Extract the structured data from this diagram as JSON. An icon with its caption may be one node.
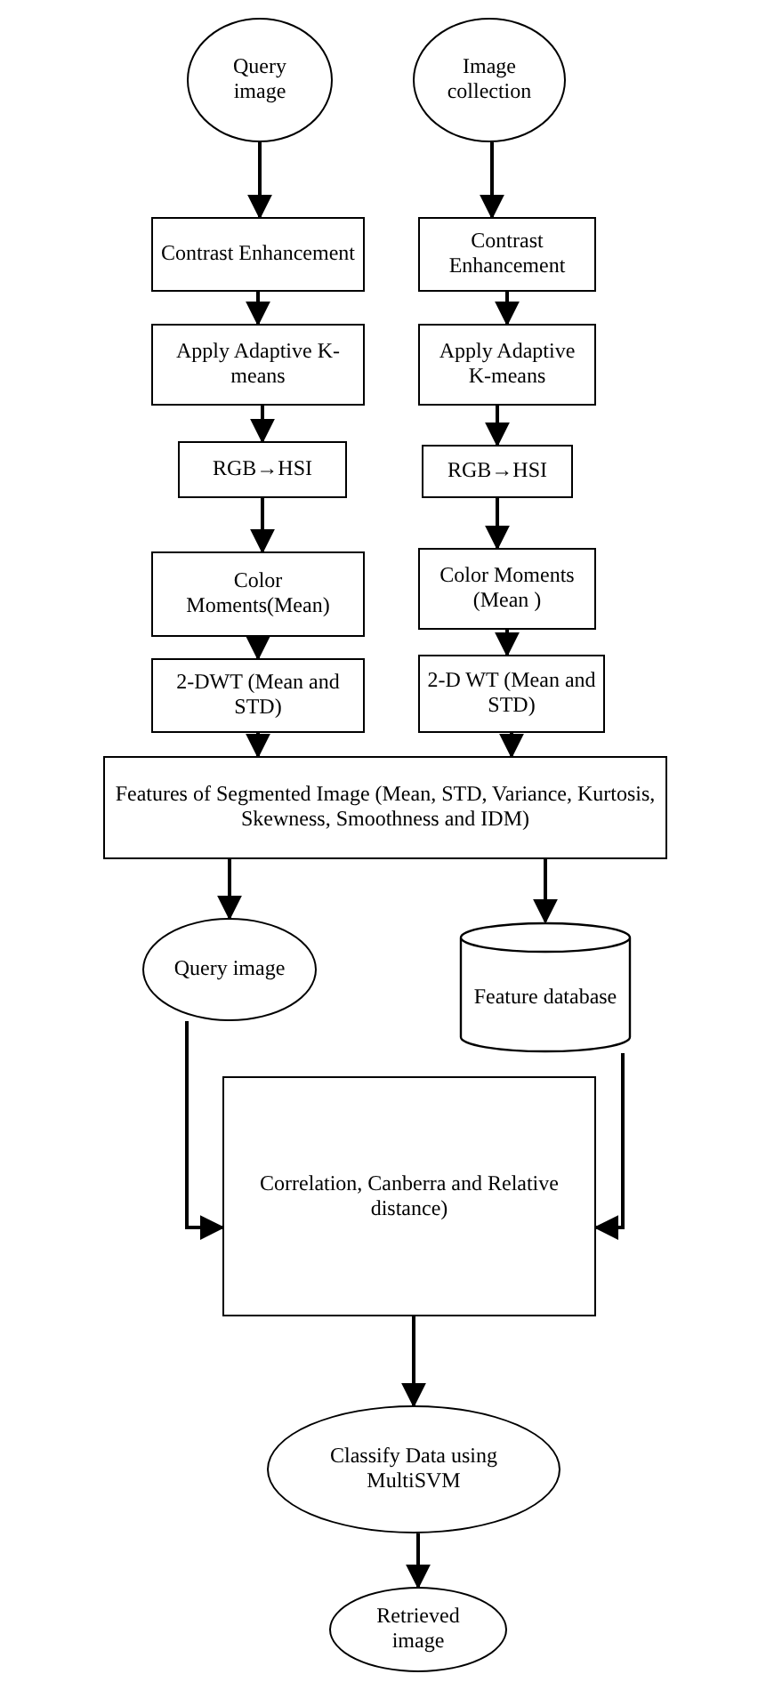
{
  "diagram": {
    "nodes": [
      {
        "text": [
          "Query image"
        ]
      },
      {
        "text": [
          "Image collection"
        ]
      },
      {
        "text": [
          "Contrast Enhancement"
        ]
      },
      {
        "text": [
          "Contrast Enhancement"
        ]
      },
      {
        "text": [
          "Apply Adaptive K-means"
        ]
      },
      {
        "text": [
          "Apply Adaptive K-means"
        ]
      },
      {
        "text": [
          "RGB→HSI"
        ]
      },
      {
        "text": [
          "RGB→HSI"
        ]
      },
      {
        "text": [
          "Color Moments(Mean)"
        ]
      },
      {
        "text": [
          "Color Moments (Mean )"
        ]
      },
      {
        "text": [
          "2-DWT (Mean and STD)"
        ]
      },
      {
        "text": [
          "2-D WT (Mean and STD)"
        ]
      },
      {
        "text": [
          "Features of Segmented Image (Mean, STD, Variance, Kurtosis, Skewness, Smoothness and IDM)"
        ]
      },
      {
        "text": [
          "Query image"
        ]
      },
      {
        "text": [
          "Feature database"
        ]
      },
      {
        "text": [
          "Correlation, Canberra and Relative distance)"
        ]
      },
      {
        "text": [
          "Classify Data using MultiSVM"
        ]
      },
      {
        "text": [
          "Retrieved image"
        ]
      }
    ],
    "edges": [
      {
        "from": 0,
        "to": 2,
        "arrow": "to"
      },
      {
        "from": 2,
        "to": 4,
        "arrow": "to"
      },
      {
        "from": 4,
        "to": 6,
        "arrow": "to"
      },
      {
        "from": 6,
        "to": 8,
        "arrow": "to"
      },
      {
        "from": 8,
        "to": 10,
        "arrow": "to"
      },
      {
        "from": 10,
        "to": 12,
        "arrow": "to"
      },
      {
        "from": 1,
        "to": 3,
        "arrow": "to"
      },
      {
        "from": 3,
        "to": 5,
        "arrow": "to"
      },
      {
        "from": 5,
        "to": 7,
        "arrow": "to"
      },
      {
        "from": 7,
        "to": 9,
        "arrow": "to"
      },
      {
        "from": 9,
        "to": 11,
        "arrow": "to"
      },
      {
        "from": 11,
        "to": 12,
        "arrow": "to"
      },
      {
        "from": 12,
        "to": 13,
        "arrow": "to"
      },
      {
        "from": 12,
        "to": 14,
        "arrow": "to"
      },
      {
        "from": 13,
        "to": 15,
        "arrow": "to"
      },
      {
        "from": 14,
        "to": 15,
        "arrow": "to"
      },
      {
        "from": 15,
        "to": 16,
        "arrow": "to"
      },
      {
        "from": 16,
        "to": 17,
        "arrow": "to"
      }
    ]
  }
}
